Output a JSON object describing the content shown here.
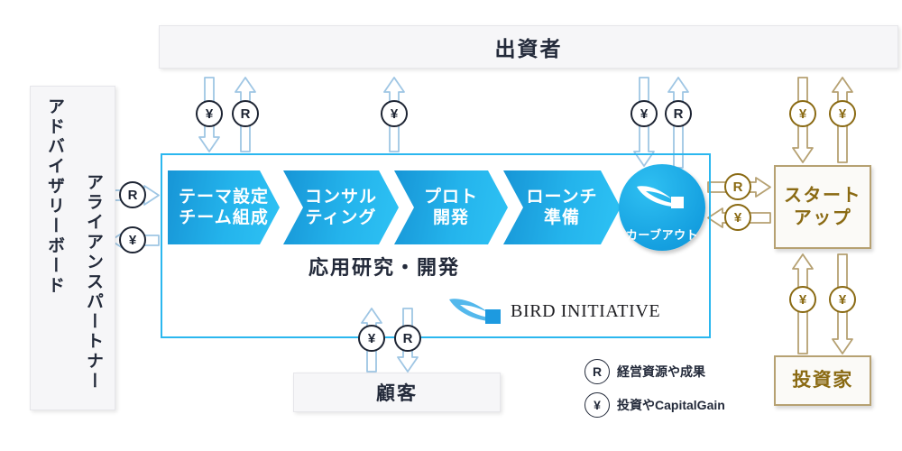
{
  "diagram": {
    "title_bar": {
      "label": "出資者"
    },
    "left_panels": {
      "advisory_board": "アドバイザリーボード",
      "alliance_partner": "アライアンスパートナー"
    },
    "process": {
      "caption": "応用研究・開発",
      "steps": [
        {
          "line1": "テーマ設定",
          "line2": "チーム組成"
        },
        {
          "line1": "コンサル",
          "line2": "ティング"
        },
        {
          "line1": "プロト",
          "line2": "開発"
        },
        {
          "line1": "ローンチ",
          "line2": "準備"
        }
      ],
      "carveout": {
        "label": "カーブアウト"
      }
    },
    "brand": {
      "name": "BIRD INITIATIVE"
    },
    "customer_box": {
      "label": "顧客"
    },
    "right_boxes": {
      "startup": {
        "line1": "スタート",
        "line2": "アップ"
      },
      "investor": {
        "label": "投資家"
      }
    },
    "legend": {
      "items": [
        {
          "symbol": "R",
          "text": "経営資源や成果"
        },
        {
          "symbol": "¥",
          "text": "投資やCapitalGain"
        }
      ]
    },
    "flow_badges": [
      {
        "id": "top-left-yen",
        "symbol": "¥"
      },
      {
        "id": "top-left-r",
        "symbol": "R"
      },
      {
        "id": "top-mid-yen",
        "symbol": "¥"
      },
      {
        "id": "top-right-yen",
        "symbol": "¥"
      },
      {
        "id": "top-right-r",
        "symbol": "R"
      },
      {
        "id": "far-right-yen-a",
        "symbol": "¥"
      },
      {
        "id": "far-right-yen-b",
        "symbol": "¥"
      },
      {
        "id": "left-in-r",
        "symbol": "R"
      },
      {
        "id": "left-out-yen",
        "symbol": "¥"
      },
      {
        "id": "carveout-out-r",
        "symbol": "R"
      },
      {
        "id": "carveout-in-yen",
        "symbol": "¥"
      },
      {
        "id": "bottom-yen",
        "symbol": "¥"
      },
      {
        "id": "bottom-r",
        "symbol": "R"
      },
      {
        "id": "startup-inv-yen-a",
        "symbol": "¥"
      },
      {
        "id": "startup-inv-yen-b",
        "symbol": "¥"
      }
    ],
    "colors": {
      "process_blue_dark": "#1795d6",
      "process_blue_light": "#2ec2f4",
      "container_border": "#2bb7ef",
      "arrow_blue": "#9fc6e4",
      "arrow_gold": "#b6a172",
      "gold_text": "#8a6a13",
      "panel_grey": "#f6f6f8",
      "ink": "#232a3a"
    }
  }
}
